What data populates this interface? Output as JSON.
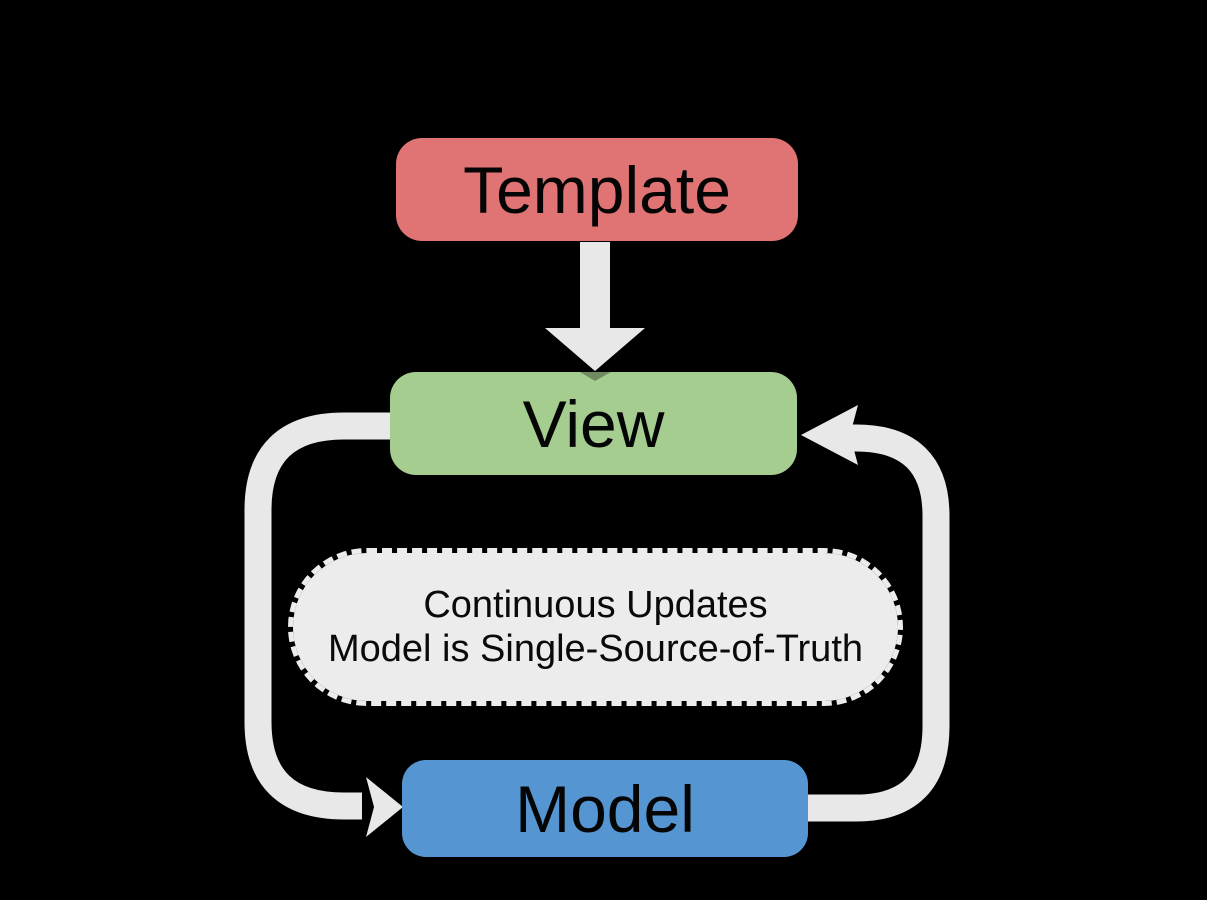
{
  "background": "#000000",
  "nodes": {
    "template": {
      "label": "Template",
      "fill": "#e07373"
    },
    "view": {
      "label": "View",
      "fill": "#a5cd90"
    },
    "model": {
      "label": "Model",
      "fill": "#5596d2"
    },
    "note": {
      "line1": "Continuous Updates",
      "line2": "Model is Single-Source-of-Truth",
      "fill": "#ececec"
    }
  },
  "arrows": {
    "fill": "#e8e8e8"
  }
}
